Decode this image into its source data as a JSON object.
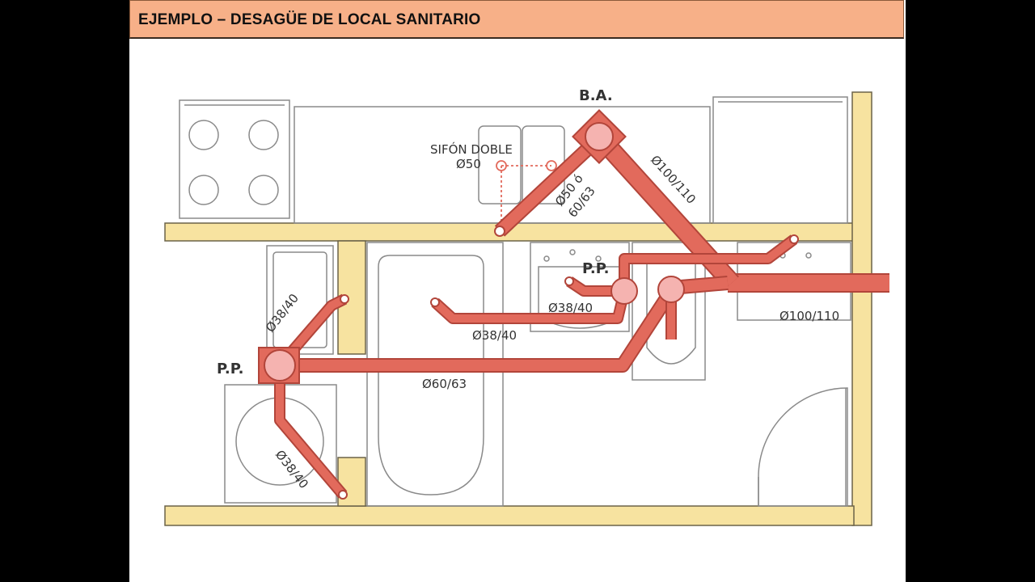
{
  "title": "EJEMPLO – DESAGÜE DE LOCAL SANITARIO",
  "labels": {
    "ba": "B.A.",
    "pp_left": "P.P.",
    "pp_right": "P.P.",
    "sifon_line1": "SIFÓN DOBLE",
    "sifon_line2": "Ø50",
    "d50_line1": "Ø50 ó",
    "d50_line2": "60/63",
    "d100_diag": "Ø100/110",
    "d100_right": "Ø100/110",
    "d38_bidet": "Ø38/40",
    "d38_bath": "Ø38/40",
    "d38_left_up": "Ø38/40",
    "d38_left_down": "Ø38/40",
    "d60": "Ø60/63"
  },
  "colors": {
    "pipe": "#e26a5c",
    "pipe_edge": "#b2453a",
    "fitting": "#f5b3b0",
    "wall": "#f7e3a0",
    "wall_edge": "#6b6348",
    "fixture_line": "#8a8a8a",
    "title_bg": "#f7b088"
  }
}
